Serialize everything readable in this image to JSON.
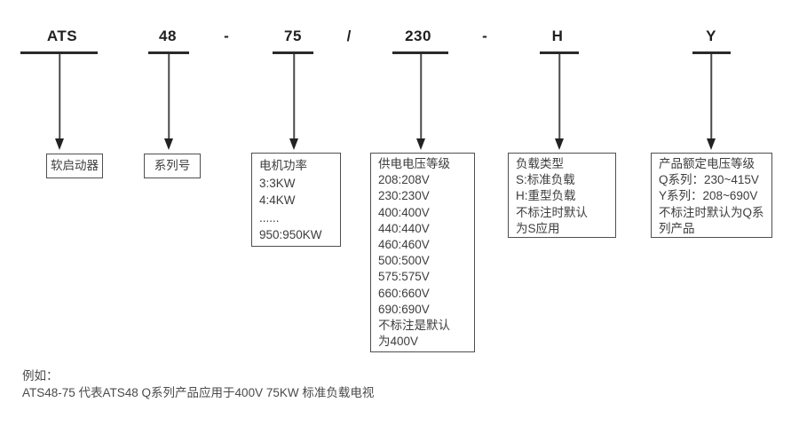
{
  "model_code": {
    "parts": [
      {
        "text": "ATS"
      },
      {
        "text": "48"
      },
      {
        "text": "75"
      },
      {
        "text": "230"
      },
      {
        "text": "H"
      },
      {
        "text": "Y"
      }
    ],
    "separators": [
      {
        "text": "-"
      },
      {
        "text": "/"
      },
      {
        "text": "-"
      }
    ]
  },
  "legend_boxes": [
    {
      "name": "soft-starter",
      "lines": [
        "软启动器"
      ]
    },
    {
      "name": "series-number",
      "lines": [
        "系列号"
      ]
    },
    {
      "name": "motor-power",
      "lines": [
        "电机功率",
        "3:3KW",
        "4:4KW",
        "......",
        "950:950KW"
      ]
    },
    {
      "name": "supply-voltage",
      "lines": [
        "供电电压等级",
        "208:208V",
        "230:230V",
        "400:400V",
        "440:440V",
        "460:460V",
        "500:500V",
        "575:575V",
        "660:660V",
        "690:690V",
        "不标注是默认",
        "为400V"
      ]
    },
    {
      "name": "load-type",
      "lines": [
        "负载类型",
        "S:标准负载",
        "H:重型负载",
        "不标注时默认",
        "为S应用"
      ]
    },
    {
      "name": "rated-voltage-series",
      "lines": [
        "产品额定电压等级",
        "Q系列：230~415V",
        "Y系列：208~690V",
        "不标注时默认为Q系",
        "列产品"
      ]
    }
  ],
  "example": {
    "label": "例如：",
    "text": "ATS48-75 代表ATS48 Q系列产品应用于400V 75KW 标准负载电视"
  },
  "colors": {
    "background": "#ffffff",
    "code_text": "#1f1f1f",
    "box_text": "#3d3d3d",
    "box_border": "#4f4f4f",
    "underline": "#2a2a2a",
    "arrow": "#4a4a4a"
  }
}
